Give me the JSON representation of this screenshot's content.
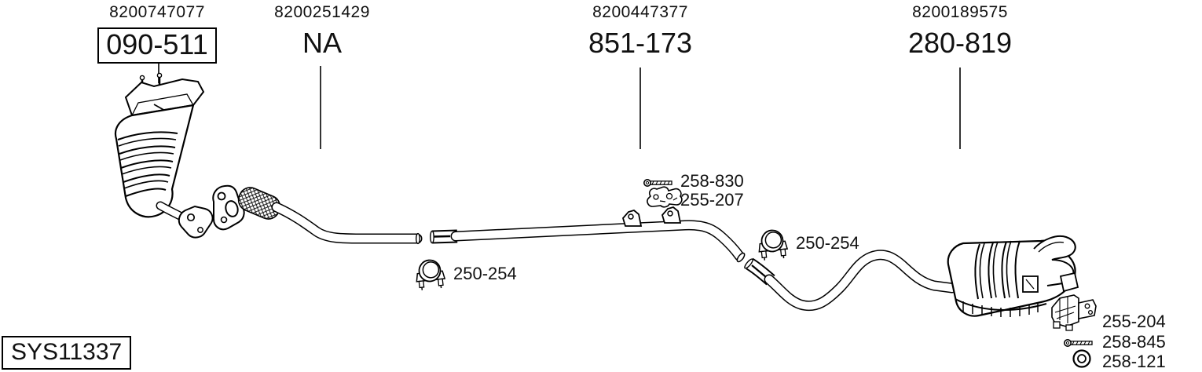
{
  "diagram": {
    "system_id": "SYS11337",
    "background_color": "#ffffff",
    "line_color": "#000000",
    "top_labels": [
      {
        "oe_number": "8200747077",
        "part_code": "090-511",
        "boxed": true
      },
      {
        "oe_number": "8200251429",
        "part_code": "NA",
        "boxed": false
      },
      {
        "oe_number": "8200447377",
        "part_code": "851-173",
        "boxed": false
      },
      {
        "oe_number": "8200189575",
        "part_code": "280-819",
        "boxed": false
      }
    ],
    "hardware_labels": [
      {
        "code": "258-830",
        "icon": "bolt-icon"
      },
      {
        "code": "255-207",
        "icon": "rubber-mount-icon"
      },
      {
        "code": "250-254",
        "icon": "clamp-icon"
      },
      {
        "code": "250-254",
        "icon": "clamp-icon"
      },
      {
        "code": "255-204",
        "icon": "mount-bracket-icon"
      },
      {
        "code": "258-845",
        "icon": "bolt-icon"
      },
      {
        "code": "258-121",
        "icon": "ring-gasket-icon"
      }
    ],
    "parts": [
      "catalytic-converter",
      "front-pipe-with-flex",
      "center-pipe",
      "rear-pipe",
      "rear-muffler"
    ]
  }
}
